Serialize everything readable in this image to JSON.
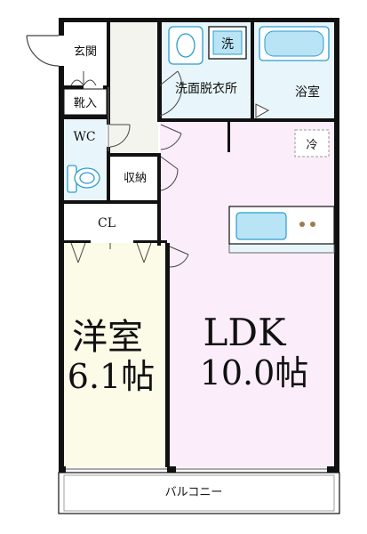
{
  "floorplan": {
    "rooms": {
      "entrance": "玄関",
      "shoe_storage": "靴入",
      "wc": "WC",
      "storage": "収納",
      "closet": "CL",
      "washroom": "洗面脱衣所",
      "washer": "洗",
      "bath": "浴室",
      "water_heater": "冷",
      "western_room_name": "洋室",
      "western_room_size": "6.1帖",
      "ldk_name": "LDK",
      "ldk_size": "10.0帖",
      "balcony": "バルコニー"
    },
    "colors": {
      "wall": "#111111",
      "wet_area": "#e8f6fc",
      "ldk_floor": "#fbeefa",
      "western_floor": "#fcfbe8",
      "hall_floor": "#f6f6f0",
      "fixture": "#b9e4f5",
      "fixture_stroke": "#2a9cd0"
    }
  }
}
